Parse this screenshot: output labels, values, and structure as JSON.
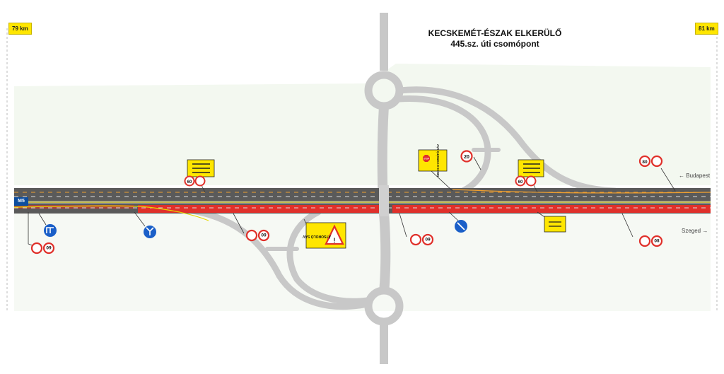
{
  "header": {
    "title_line1": "KECSKEMÉT-ÉSZAK ELKERÜLŐ",
    "title_line2": "445.sz. úti csomópont"
  },
  "km_markers": {
    "left": "79 km",
    "right": "81 km"
  },
  "directions": {
    "top": "Budapest",
    "bottom": "Szeged"
  },
  "road_label": "M5",
  "speed_signs": {
    "top_left": "60",
    "ramp_top": "20",
    "top_mid": "60",
    "top_right": "80",
    "bottom_left": "60",
    "bottom_mid_left": "60",
    "bottom_mid": "60",
    "bottom_right": "80"
  },
  "warning_sign_text": "ÁTSOROLÓ SÁV",
  "stop_sign": {
    "label": "STOP",
    "text": "NINCS GYORSÍTÓ SÁV"
  },
  "colors": {
    "road_gray": "#555555",
    "closure_red": "#e0302a",
    "ramp_gray": "#c8c8c8",
    "sign_yellow": "#ffe600",
    "info_blue": "#1a5fc8",
    "highway_blue": "#0e4e9e",
    "grass_tint": "#f2f7ef"
  },
  "icons": [
    "lane-arrows-sign-icon",
    "speed-limit-icon",
    "no-overtaking-icon",
    "mandatory-direction-icon",
    "warning-triangle-icon",
    "stop-icon"
  ]
}
